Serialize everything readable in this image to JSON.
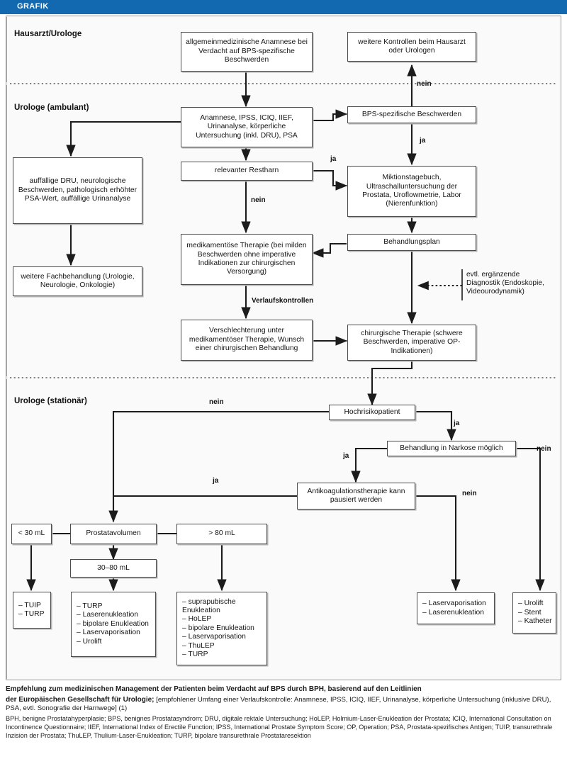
{
  "header": {
    "label": "GRAFIK",
    "color": "#1269b0"
  },
  "lanes": [
    {
      "id": "hausarzt",
      "label": "Hausarzt/Urologe"
    },
    {
      "id": "ambulant",
      "label": "Urologe (ambulant)"
    },
    {
      "id": "stationaer",
      "label": "Urologe (stationär)"
    }
  ],
  "nodes": {
    "anamnese_allgemein": "allgemeinmedizinische Anamnese bei Verdacht auf BPS-spezifische Beschwerden",
    "weitere_kontrollen": "weitere Kontrollen beim Hausarzt oder Urologen",
    "anamnese_ipss": "Anamnese, IPSS, ICIQ, IIEF, Urinanalyse, körperliche Untersuchung (inkl. DRU), PSA",
    "bps_beschwerden": "BPS-spezifische Beschwerden",
    "restharn": "relevanter Restharn",
    "auffaellige_dru": "auffällige DRU, neurologische Beschwerden, pathologisch erhöhter PSA-Wert, auffällige Urinanalyse",
    "miktionstagebuch": "Miktionstagebuch, Ultraschalluntersuchung der Prostata, Uroflowmetrie, Labor (Nierenfunktion)",
    "fachbehandlung": "weitere Fachbehandlung (Urologie, Neurologie, Onkologie)",
    "medikamentoese": "medikamentöse Therapie (bei milden Beschwerden ohne imperative Indikationen zur chirurgischen Versorgung)",
    "behandlungsplan": "Behandlungsplan",
    "verschlechterung": "Verschlechterung unter medikamentöser Therapie, Wunsch einer chirurgischen Behandlung",
    "chirurgische": "chirurgische Therapie (schwere Beschwerden, imperative OP-Indikationen)",
    "hochrisiko": "Hochrisikopatient",
    "narkose": "Behandlung in Narkose möglich",
    "antikoagulation": "Antikoagulationstherapie kann pausiert werden",
    "vol_lt30": "< 30 mL",
    "prostatavolumen": "Prostatavolumen",
    "vol_gt80": "> 80 mL",
    "vol_30_80": "30–80 mL",
    "opt_lt30": "– TUIP\n– TURP",
    "opt_30_80": "– TURP\n– Laserenukleation\n– bipolare Enukleation\n– Laservaporisation\n– Urolift",
    "opt_gt80": "– suprapubische Enukleation\n– HoLEP\n– bipolare Enukleation\n– Laservaporisation\n– ThuLEP\n– TURP",
    "opt_laser": "– Laservaporisation\n– Laserenukleation",
    "opt_urolift": "– Urolift\n– Stent\n– Katheter"
  },
  "annotations": {
    "ergaenzende_diagnostik": "evtl. ergänzende Diagnostik (Endoskopie, Videourodynamik)"
  },
  "edge_labels": {
    "nein_kontrollen": "nein",
    "ja_bps": "ja",
    "ja_restharn": "ja",
    "nein_restharn": "nein",
    "verlaufskontrollen": "Verlaufskontrollen",
    "nein_hochrisiko": "nein",
    "ja_hochrisiko": "ja",
    "ja_narkose": "ja",
    "nein_narkose": "nein",
    "ja_antikoag": "ja",
    "nein_antikoag": "nein"
  },
  "caption": {
    "lead_line1": "Empfehlung zum medizinischen Management der Patienten beim Verdacht auf BPS durch BPH, basierend auf den Leitlinien",
    "lead_line2": "der Europäischen Gesellschaft für Urologie;",
    "lead_rest": " [empfohlener Umfang einer Verlaufskontrolle: Anamnese, IPSS, ICIQ, IIEF, Urinanalyse, körperliche Untersuchung (inklusive DRU), PSA, evtl. Sonografie der Harnwege] (1)",
    "abbreviations": "BPH, benigne Prostatahyperplasie; BPS, benignes Prostatasyndrom; DRU, digitale rektale Untersuchung; HoLEP, Holmium-Laser-Enukleation der Prostata; ICIQ, International Consultation on Incontinence Questionnaire; IIEF, International Index of Erectile Function; IPSS, International Prostate Symptom Score; OP, Operation; PSA, Prostata-spezifisches Antigen; TUIP, transurethrale Inzision der Prostata; ThuLEP, Thulium-Laser-Enukleation; TURP, bipolare transurethrale Prostataresektion"
  }
}
